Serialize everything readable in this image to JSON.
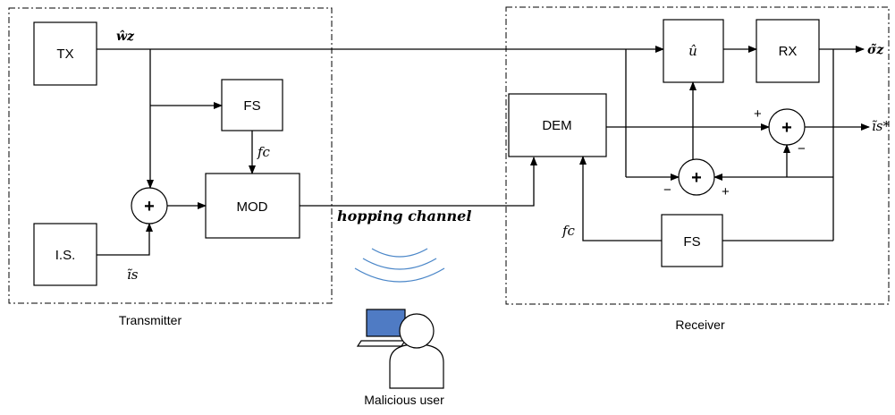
{
  "transmitter": {
    "caption": "Transmitter",
    "blocks": {
      "tx": "TX",
      "fs": "FS",
      "mod": "MOD",
      "is": "I.S."
    },
    "labels": {
      "w_z": "ŵz",
      "f_c": "fc",
      "i_s": "ĩs"
    },
    "summer_symbol": "+"
  },
  "channel": {
    "label": "hopping channel"
  },
  "attacker": {
    "caption": "Malicious user"
  },
  "receiver": {
    "caption": "Receiver",
    "blocks": {
      "u_hat": "û",
      "rx": "RX",
      "dem": "DEM",
      "fs": "FS"
    },
    "labels": {
      "sigma_z": "σ̃z",
      "i_s_star": "ĩs*",
      "f_c": "fc"
    },
    "summer_top": {
      "symbol": "+",
      "sign_plus": "+",
      "sign_minus": "−"
    },
    "summer_bottom": {
      "symbol": "+",
      "sign_minus": "−",
      "sign_plus": "+"
    }
  }
}
